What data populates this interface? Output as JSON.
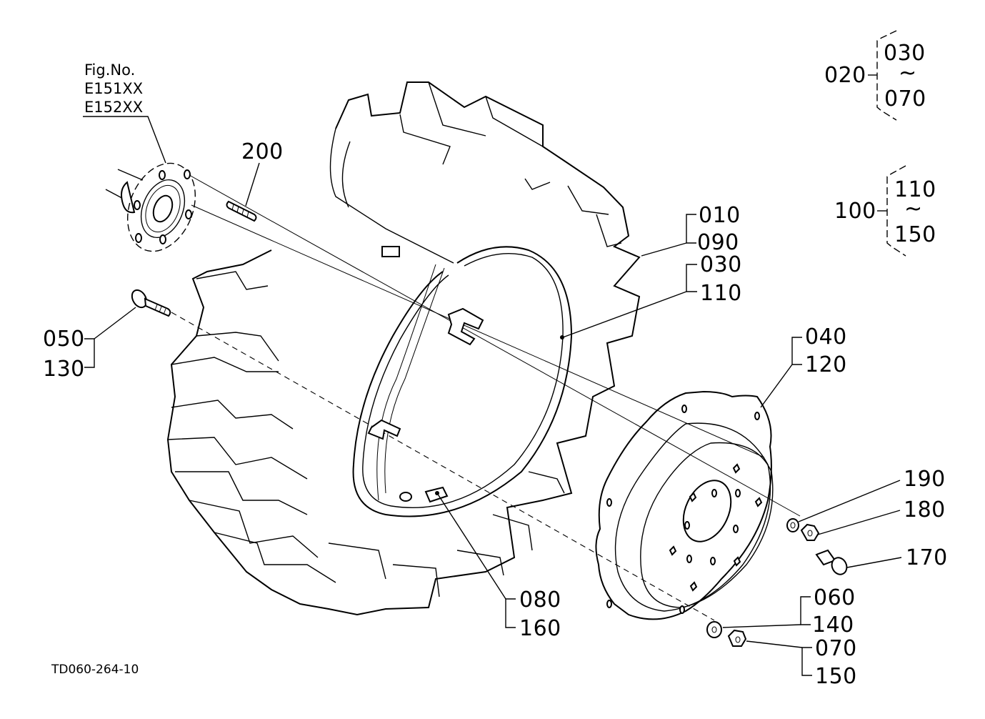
{
  "figure": {
    "fig_no_label": "Fig.No.",
    "fig_numbers": [
      "E151XX",
      "E152XX"
    ],
    "drawing_code": "TD060-264-10"
  },
  "groups": [
    {
      "id": "020",
      "range_start": "030",
      "range_symbol": "~",
      "range_end": "070"
    },
    {
      "id": "100",
      "range_start": "110",
      "range_symbol": "~",
      "range_end": "150"
    }
  ],
  "callouts": {
    "c200": [
      "200"
    ],
    "c010": [
      "010",
      "090"
    ],
    "c030": [
      "030",
      "110"
    ],
    "c050": [
      "050",
      "130"
    ],
    "c040": [
      "040",
      "120"
    ],
    "c190": [
      "190"
    ],
    "c180": [
      "180"
    ],
    "c170": [
      "170"
    ],
    "c080": [
      "080",
      "160"
    ],
    "c060": [
      "060",
      "140"
    ],
    "c070": [
      "070",
      "150"
    ]
  },
  "parts": [
    "axle-hub-flange",
    "stud-bolt",
    "tire",
    "wheel-rim",
    "wheel-disc",
    "hub-bolt",
    "spring-washer",
    "hex-nut",
    "valve",
    "rim-clip",
    "washer",
    "nut"
  ]
}
